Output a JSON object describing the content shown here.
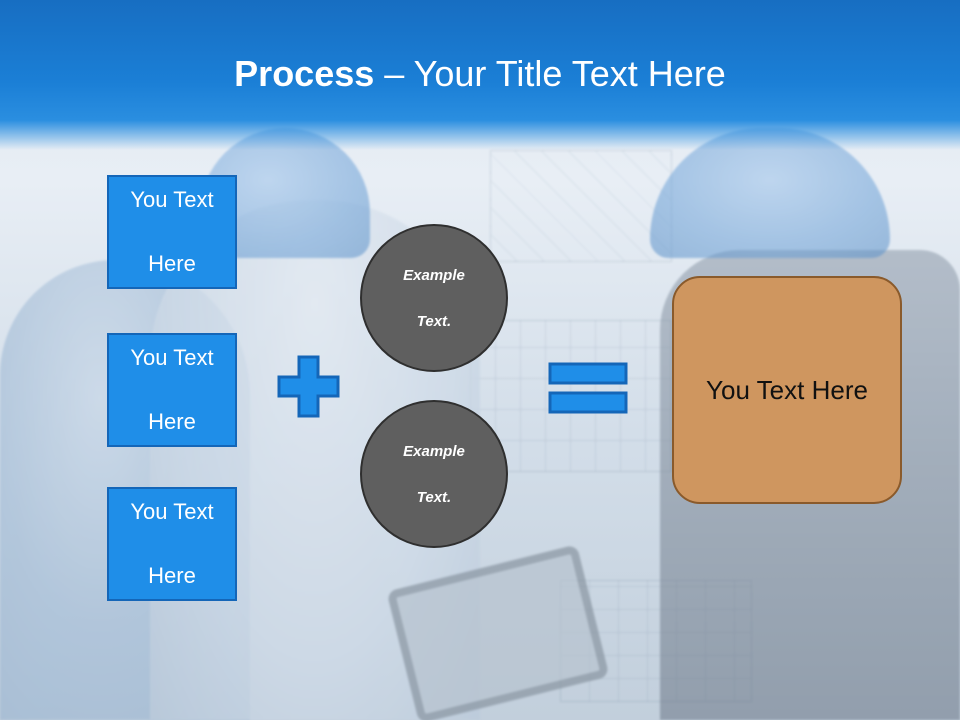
{
  "slide": {
    "title_bold": "Process",
    "title_rest": " – Your Title Text Here",
    "text_boxes": [
      {
        "line1": "You Text",
        "line2": "Here"
      },
      {
        "line1": "You Text",
        "line2": "Here"
      },
      {
        "line1": "You Text",
        "line2": "Here"
      }
    ],
    "circles": [
      {
        "line1": "Example",
        "line2": "Text."
      },
      {
        "line1": "Example",
        "line2": "Text."
      }
    ],
    "result": "You Text Here"
  },
  "colors": {
    "header": "#1b7fd6",
    "text_box_fill": "#1f8ee8",
    "circle_fill": "#5f5f5f",
    "result_fill": "#cf965f"
  },
  "icons": [
    "plus-icon",
    "equals-icon"
  ]
}
